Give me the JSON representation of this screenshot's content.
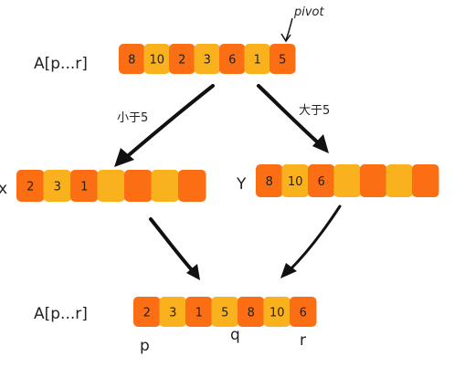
{
  "colors": {
    "dark_orange": "#fb6e14",
    "light_orange": "#f9b21e",
    "ink": "#222222"
  },
  "labels": {
    "array_top": "A[p...r]",
    "array_bottom": "A[p...r]",
    "pivot": "pivot",
    "less_than": "小于5",
    "greater_than": "大于5",
    "x_label": "x",
    "y_label": "Y",
    "p_marker": "p",
    "q_marker": "q",
    "r_marker": "r"
  },
  "arrays": {
    "top": [
      {
        "text": "8",
        "shade": "dark"
      },
      {
        "text": "10",
        "shade": "light"
      },
      {
        "text": "2",
        "shade": "dark"
      },
      {
        "text": "3",
        "shade": "light"
      },
      {
        "text": "6",
        "shade": "dark"
      },
      {
        "text": "1",
        "shade": "light"
      },
      {
        "text": "5",
        "shade": "dark"
      }
    ],
    "x": [
      {
        "text": "2",
        "shade": "dark"
      },
      {
        "text": "3",
        "shade": "light"
      },
      {
        "text": "1",
        "shade": "dark"
      },
      {
        "text": "",
        "shade": "light"
      },
      {
        "text": "",
        "shade": "dark"
      },
      {
        "text": "",
        "shade": "light"
      },
      {
        "text": "",
        "shade": "dark"
      }
    ],
    "y": [
      {
        "text": "8",
        "shade": "dark"
      },
      {
        "text": "10",
        "shade": "light"
      },
      {
        "text": "6",
        "shade": "dark"
      },
      {
        "text": "",
        "shade": "light"
      },
      {
        "text": "",
        "shade": "dark"
      },
      {
        "text": "",
        "shade": "light"
      },
      {
        "text": "",
        "shade": "dark"
      }
    ],
    "bottom": [
      {
        "text": "2",
        "shade": "dark"
      },
      {
        "text": "3",
        "shade": "light"
      },
      {
        "text": "1",
        "shade": "dark"
      },
      {
        "text": "5",
        "shade": "light"
      },
      {
        "text": "8",
        "shade": "dark"
      },
      {
        "text": "10",
        "shade": "light"
      },
      {
        "text": "6",
        "shade": "dark"
      }
    ]
  }
}
